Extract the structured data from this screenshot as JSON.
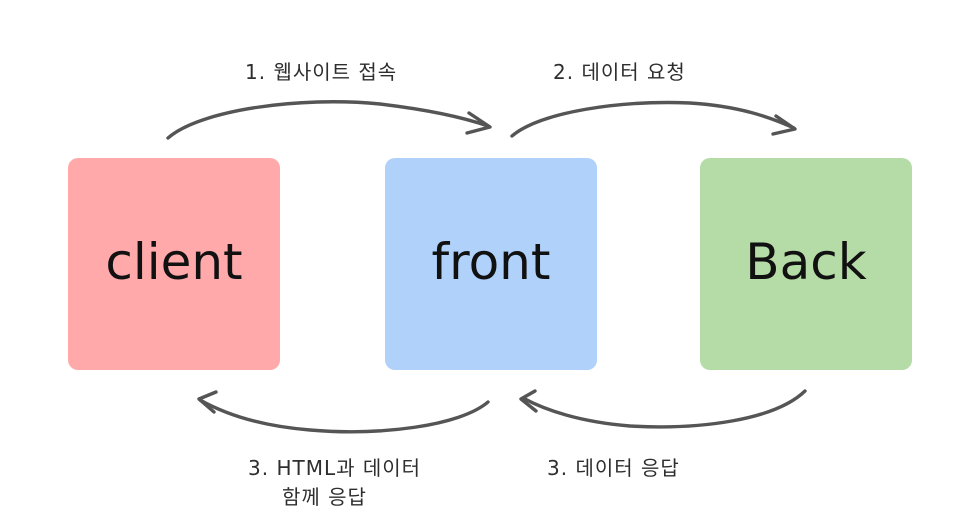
{
  "nodes": [
    {
      "id": "client",
      "label": "client",
      "color": "#ffa9aa"
    },
    {
      "id": "front",
      "label": "front",
      "color": "#afd1fa"
    },
    {
      "id": "back",
      "label": "Back",
      "color": "#b5dba6"
    }
  ],
  "edges": {
    "site_access": {
      "label": "1. 웹사이트 접속"
    },
    "data_request": {
      "label": "2. 데이터 요청"
    },
    "html_response": {
      "label_line1": "3. HTML과 데이터",
      "label_line2": "함께 응답"
    },
    "data_response": {
      "label": "3. 데이터 응답"
    }
  },
  "arrow_color": "#555555"
}
